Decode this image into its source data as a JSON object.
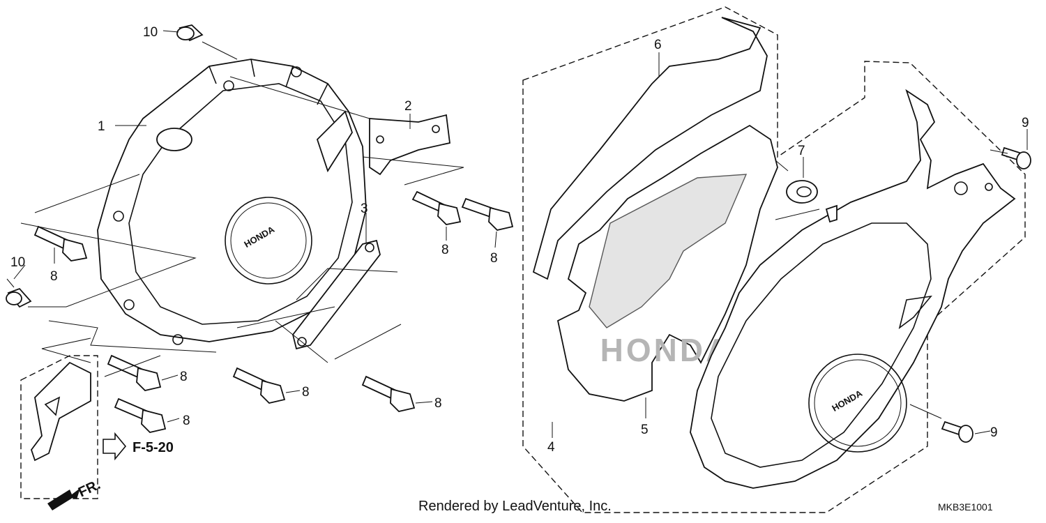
{
  "callouts": {
    "c1": "1",
    "c2": "2",
    "c3": "3",
    "c4": "4",
    "c5": "5",
    "c6": "6",
    "c7": "7",
    "c8": "8",
    "c9": "9",
    "c10": "10"
  },
  "reference": "F-5-20",
  "front_marker": "FR.",
  "logo_text": "HONDA",
  "credit": "Rendered by LeadVenture, Inc.",
  "diagram_code": "MKB3E1001"
}
